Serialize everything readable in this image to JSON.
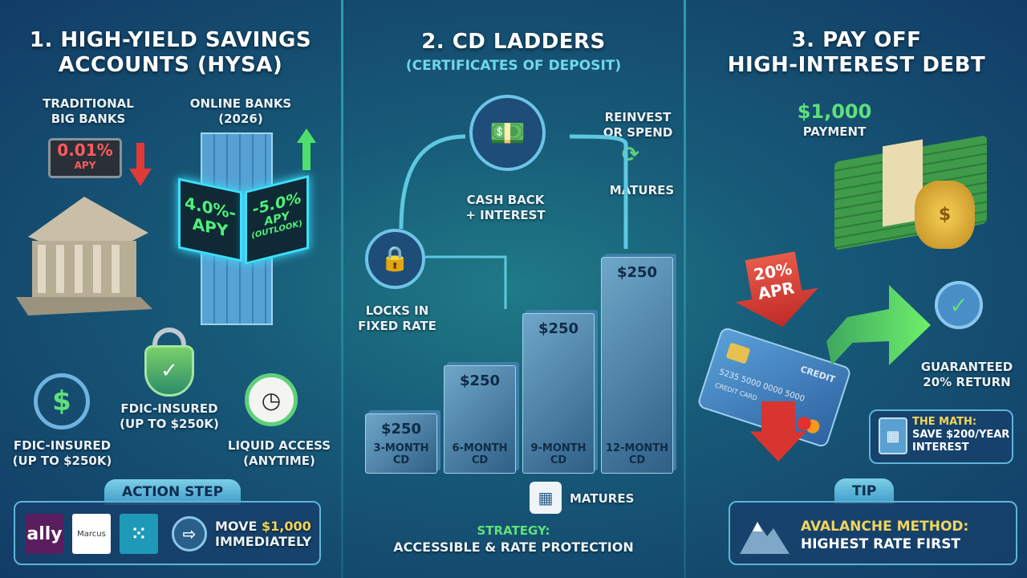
{
  "panel1": {
    "title_line1": "1. HIGH-YIELD SAVINGS",
    "title_line2": "ACCOUNTS (HYSA)",
    "traditional_label_1": "TRADITIONAL",
    "traditional_label_2": "BIG BANKS",
    "traditional_rate": "0.01%",
    "traditional_rate_unit": "APY",
    "online_label_1": "ONLINE BANKS",
    "online_label_2": "(2026)",
    "online_rate_low": "4.0%-",
    "online_rate_low_unit": "APY",
    "online_rate_high": "-5.0%",
    "online_rate_high_unit": "APY",
    "online_rate_note": "(OUTLOOK)",
    "features": [
      {
        "line1": "FDIC-INSURED",
        "line2": "(UP TO $250K)"
      },
      {
        "line1": "FDIC-INSURED",
        "line2": "(UP TO $250K)"
      },
      {
        "line1": "LIQUID ACCESS",
        "line2": "(ANYTIME)"
      }
    ],
    "action_tab": "ACTION STEP",
    "logos": {
      "ally": "ally",
      "marcus": "Marcus"
    },
    "action_text_1": "MOVE ",
    "action_amount": "$1,000",
    "action_text_2": "IMMEDIATELY"
  },
  "panel2": {
    "title": "2. CD LADDERS",
    "subtitle": "(CERTIFICATES OF DEPOSIT)",
    "cash_back_1": "CASH BACK",
    "cash_back_2": "+ INTEREST",
    "reinvest_1": "REINVEST",
    "reinvest_2": "OR SPEND",
    "matures_top": "MATURES",
    "lock_1": "LOCKS IN",
    "lock_2": "FIXED RATE",
    "steps": [
      {
        "amount": "$250",
        "name": "3-MONTH CD"
      },
      {
        "amount": "$250",
        "name": "6-MONTH CD"
      },
      {
        "amount": "$250",
        "name": "9-MONTH CD"
      },
      {
        "amount": "$250",
        "name": "12-MONTH CD"
      }
    ],
    "matures_bottom": "MATURES",
    "strategy_1": "STRATEGY:",
    "strategy_2": "ACCESSIBLE & RATE PROTECTION"
  },
  "panel3": {
    "title_line1": "3. PAY OFF",
    "title_line2": "HIGH-INTEREST DEBT",
    "payment_amount": "$1,000",
    "payment_label": "PAYMENT",
    "apr_1": "20%",
    "apr_2": "APR",
    "card_text": "CREDIT",
    "card_number": "5235 5000 0000 5000",
    "card_sub": "CREDIT CARD",
    "guaranteed_1": "GUARANTEED",
    "guaranteed_2": "20% RETURN",
    "math_title": "THE MATH:",
    "math_1": "SAVE $200/YEAR",
    "math_2": "INTEREST",
    "tip_tab": "TIP",
    "tip_1": "AVALANCHE METHOD:",
    "tip_2": "HIGHEST RATE FIRST"
  },
  "colors": {
    "green": "#4ee06a",
    "red": "#e23a36",
    "gold": "#f2d45c"
  }
}
